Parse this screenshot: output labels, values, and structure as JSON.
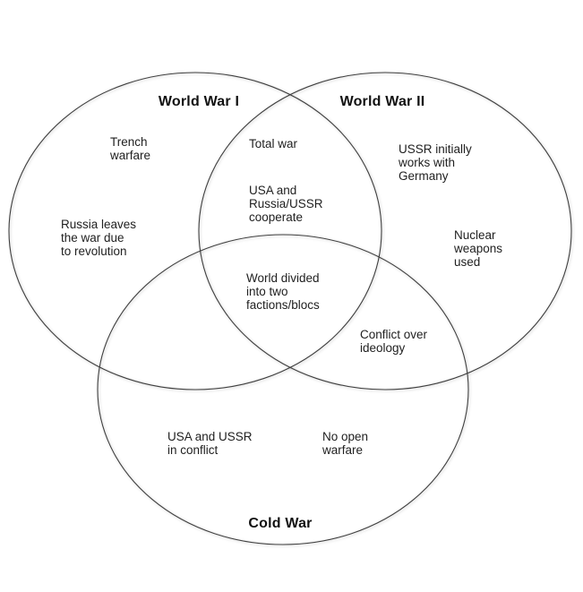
{
  "diagram": {
    "type": "venn",
    "background_color": "#ffffff",
    "stroke_color": "#3f3f3f",
    "text_color": "#212121",
    "sets": [
      {
        "id": "wwi",
        "title": "World War I"
      },
      {
        "id": "wwii",
        "title": "World War II"
      },
      {
        "id": "coldwar",
        "title": "Cold War"
      }
    ],
    "regions": {
      "wwi_only": {
        "trench": "Trench\nwarfare",
        "russia": "Russia leaves\nthe war due\nto revolution"
      },
      "wwi_wwii": {
        "total_war": "Total war",
        "cooperate": "USA and\nRussia/USSR\ncooperate"
      },
      "wwii_only": {
        "ussr_germany": "USSR initially\nworks with\nGermany",
        "nuclear": "Nuclear\nweapons\nused"
      },
      "all_three": {
        "world_divided": "World divided\ninto two\nfactions/blocs"
      },
      "wwii_coldwar": {
        "ideology": "Conflict over\nideology"
      },
      "coldwar_only": {
        "usa_ussr": "USA and USSR\nin conflict",
        "no_open_warfare": "No open\nwarfare"
      }
    }
  }
}
